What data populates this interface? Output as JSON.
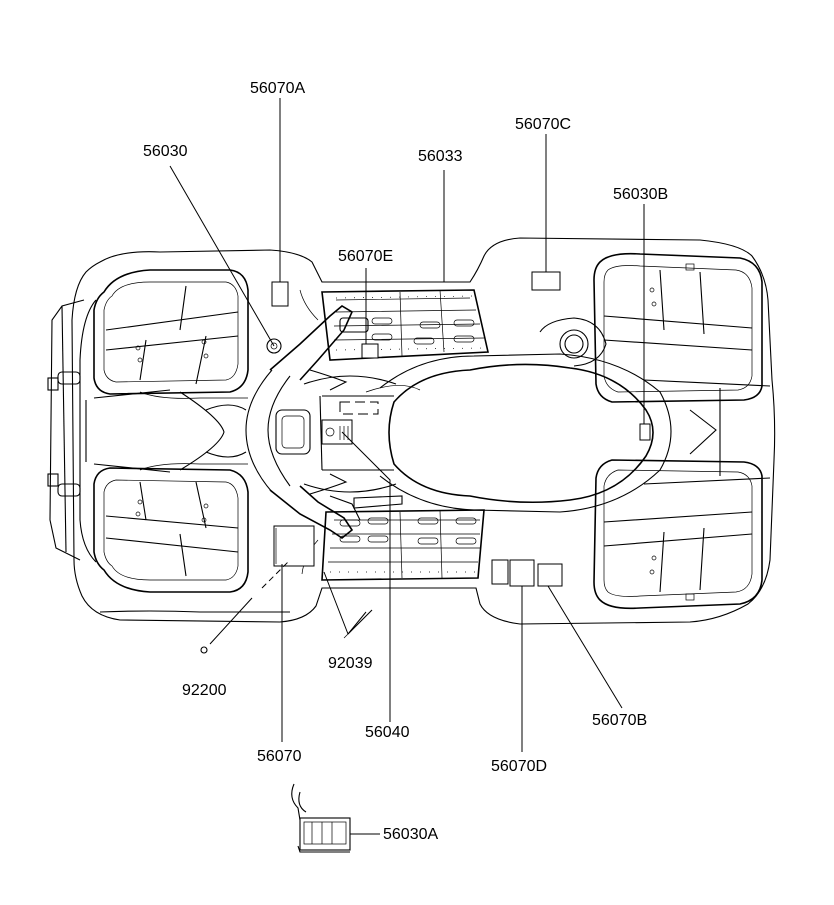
{
  "labels": {
    "p56070A": "56070A",
    "p56030": "56030",
    "p56033": "56033",
    "p56070C": "56070C",
    "p56030B": "56030B",
    "p56070E": "56070E",
    "p92039": "92039",
    "p92200": "92200",
    "p56040": "56040",
    "p56070B": "56070B",
    "p56070": "56070",
    "p56070D": "56070D",
    "p56030A": "56030A"
  }
}
